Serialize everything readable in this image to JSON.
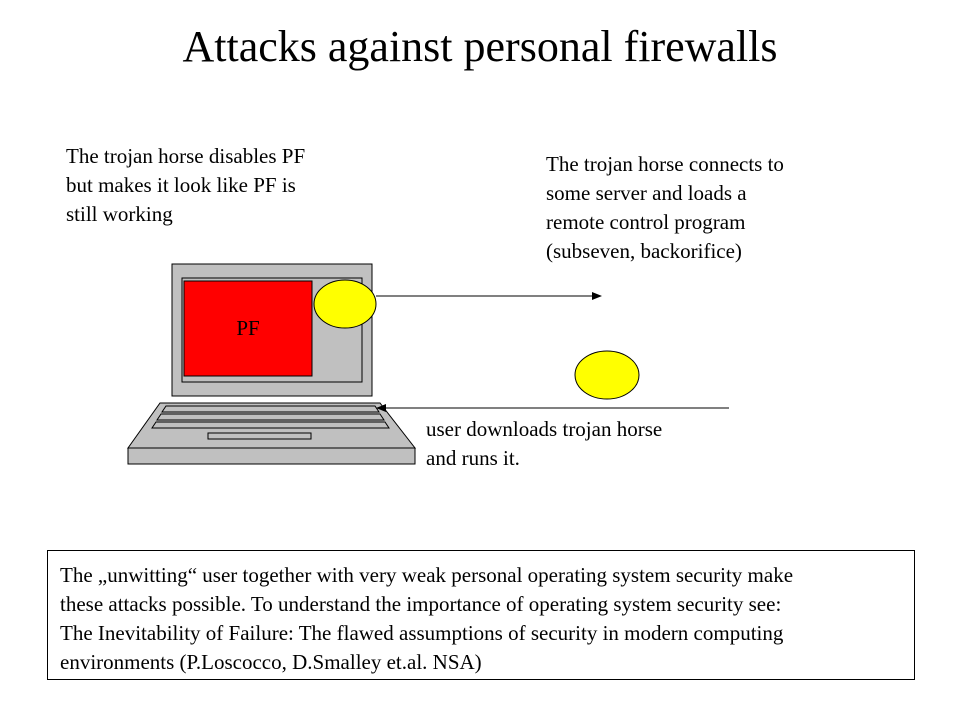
{
  "title": "Attacks against personal firewalls",
  "callouts": {
    "disable_pf": [
      "The trojan horse disables PF",
      "but makes it look like PF is",
      "still working"
    ],
    "connects_server": [
      "The trojan horse connects to",
      "some server and loads a",
      "remote control program",
      "(subseven, backorifice)"
    ],
    "user_downloads": [
      "user downloads trojan horse",
      "and runs it."
    ]
  },
  "laptop": {
    "screen_label": "PF",
    "pf_color": "#ff0000",
    "trojan_color": "#ffff00",
    "body_color": "#c0c0c0"
  },
  "note": [
    "The „unwitting“ user together with very weak personal operating system security make",
    "these attacks possible. To understand the importance of operating system security see:",
    "The Inevitability of Failure: The flawed assumptions of security in modern computing",
    "environments (P.Loscocco, D.Smalley et.al. NSA)"
  ]
}
